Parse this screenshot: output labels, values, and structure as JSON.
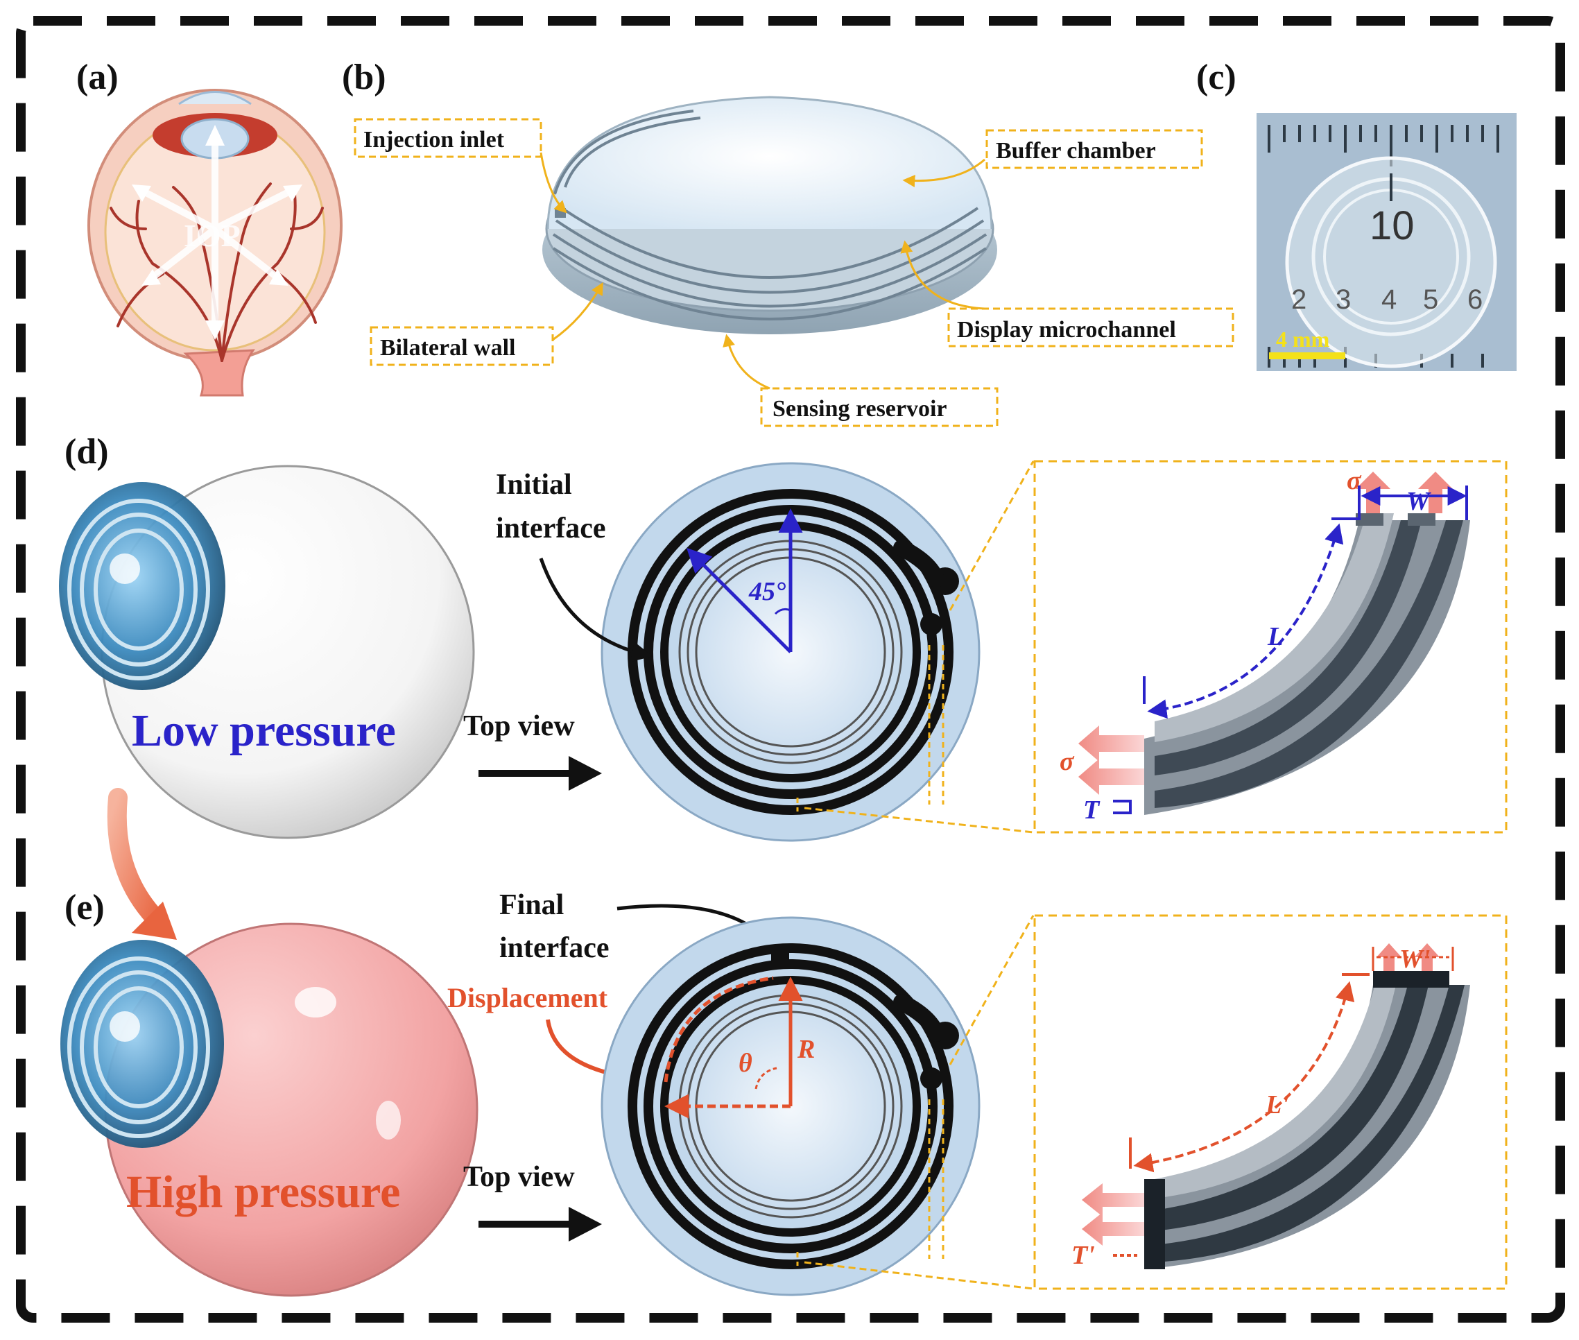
{
  "panels": {
    "a": {
      "label": "(a)",
      "iop_text": "IOP"
    },
    "b": {
      "label": "(b)",
      "callouts": {
        "injection_inlet": "Injection inlet",
        "buffer_chamber": "Buffer chamber",
        "display_microchannel": "Display microchannel",
        "bilateral_wall": "Bilateral wall",
        "sensing_reservoir": "Sensing reservoir"
      }
    },
    "c": {
      "label": "(c)",
      "ruler_center_number": "10",
      "ruler_numbers": [
        "2",
        "3",
        "4",
        "5",
        "6"
      ],
      "scale_bar": "4 mm"
    },
    "d": {
      "label": "(d)",
      "state_text": "Low pressure",
      "top_view": "Top view",
      "interface_line1": "Initial",
      "interface_line2": "interface",
      "angle": "45°",
      "sym_sigma": "σ",
      "sym_w": "W",
      "sym_l": "L",
      "sym_t": "T"
    },
    "e": {
      "label": "(e)",
      "state_text": "High pressure",
      "top_view": "Top view",
      "interface_line1": "Final",
      "interface_line2": "interface",
      "displacement": "Displacement",
      "sym_theta": "θ",
      "sym_r": "R",
      "sym_w": "W'",
      "sym_l": "L'",
      "sym_t": "T'"
    }
  },
  "colors": {
    "blue": "#2a23c9",
    "red": "#e2512c",
    "callout_border": "#f0b21b",
    "lens_bg": "#cfe2f3",
    "high_pressure_eye": "#f2a6a6"
  }
}
